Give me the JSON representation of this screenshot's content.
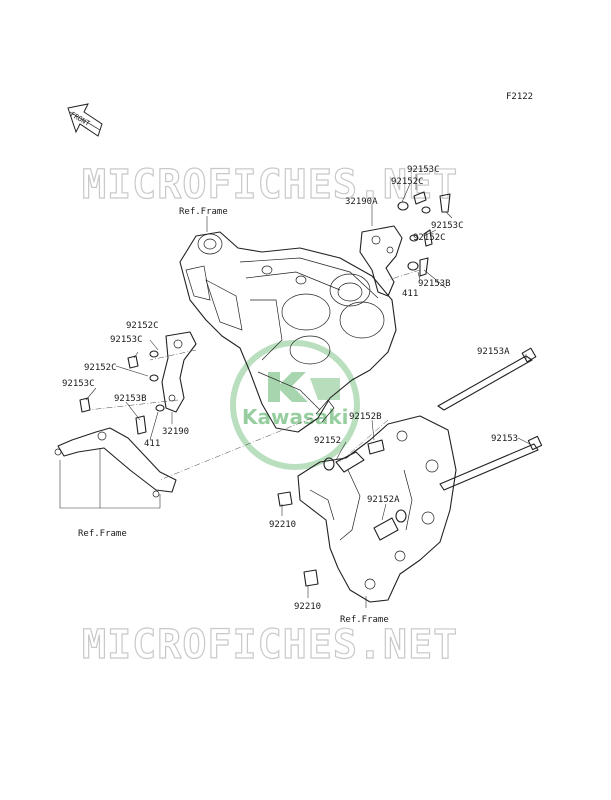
{
  "figure_code": "F2122",
  "front_indicator": "FRONT",
  "watermark": {
    "text": "MICROFICHES.NET",
    "logo_text": "Kawasaki",
    "logo_color": "#5fb46c"
  },
  "labels": {
    "ref_frame_top": "Ref.Frame",
    "ref_frame_left": "Ref.Frame",
    "ref_frame_bottom": "Ref.Frame",
    "p92153c_top": "92153C",
    "p92152c_top": "92152C",
    "p32190a": "32190A",
    "p92152c_right": "92152C",
    "p92153c_right": "92153C",
    "p92153b_right": "92153B",
    "p411_right": "411",
    "p92152c_left1": "92152C",
    "p92153c_left1": "92153C",
    "p92152c_left2": "92152C",
    "p92153c_left2": "92153C",
    "p92153b_left": "92153B",
    "p32190": "32190",
    "p411_left": "411",
    "p92153a": "92153A",
    "p92152b": "92152B",
    "p92152": "92152",
    "p92153": "92153",
    "p92152a": "92152A",
    "p92210_upper": "92210",
    "p92210_lower": "92210"
  }
}
